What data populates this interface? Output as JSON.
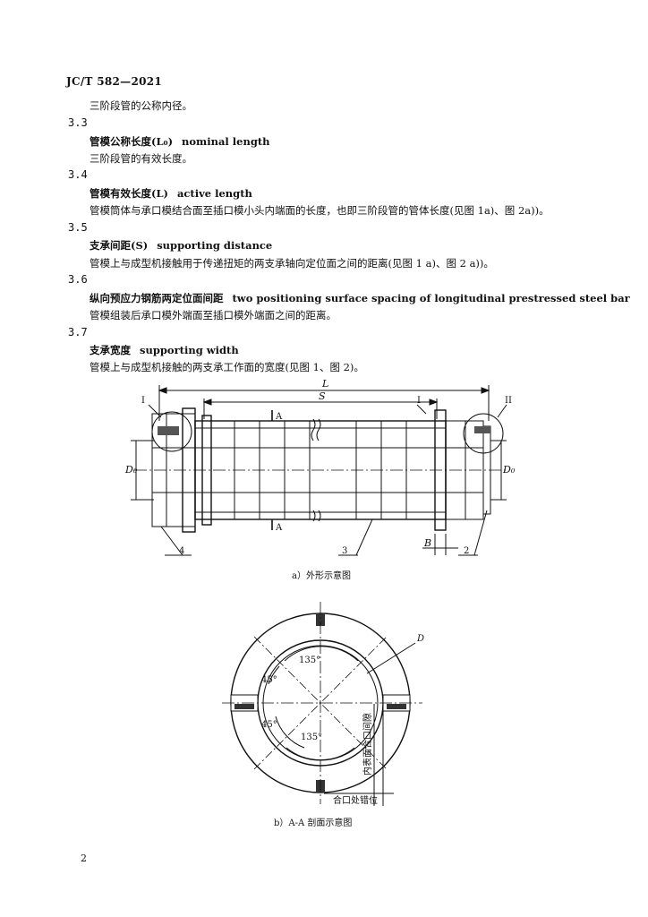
{
  "header": "JC/T 582—2021",
  "intro_line": "三阶段管的公称内径。",
  "sections": [
    {
      "num": "3.3",
      "term_cn": "管模公称长度(L₀)",
      "term_en": "nominal length",
      "definition": "三阶段管的有效长度。"
    },
    {
      "num": "3.4",
      "term_cn": "管模有效长度(L)",
      "term_en": "active length",
      "definition": "管模筒体与承口模结合面至插口模小头内端面的长度，也即三阶段管的管体长度(见图 1a)、图 2a))。"
    },
    {
      "num": "3.5",
      "term_cn": "支承间距(S)",
      "term_en": "supporting distance",
      "definition": "管模上与成型机接触用于传递扭矩的两支承轴向定位面之间的距离(见图 1 a)、图 2 a))。"
    },
    {
      "num": "3.6",
      "term_cn": "纵向预应力钢筋两定位面间距",
      "term_en": "two positioning surface spacing of longitudinal prestressed steel bar",
      "definition": "管模组装后承口模外端面至插口模外端面之间的距离。"
    },
    {
      "num": "3.7",
      "term_cn": "支承宽度",
      "term_en": "supporting width",
      "definition": "管模上与成型机接触的两支承工作面的宽度(见图 1、图 2)。"
    }
  ],
  "figure_a": {
    "labels": {
      "L": "L",
      "S": "S",
      "D0_left": "D₀",
      "D0_right": "D₀",
      "B": "B",
      "I_left": "I",
      "I_mid": "I",
      "II": "II",
      "A_top": "A",
      "A_bottom": "A",
      "n2": "2",
      "n3": "3",
      "n4": "4"
    },
    "caption": "a）外形示意图"
  },
  "figure_b": {
    "labels": {
      "D": "D",
      "a135_top": "135°",
      "a45_top": "45°",
      "a45_left": "45°",
      "a135_bottom": "135°",
      "gap": "内表面合口间隙",
      "offset": "合口处错位"
    },
    "caption": "b）A-A 剖面示意图"
  },
  "page_number": "2"
}
